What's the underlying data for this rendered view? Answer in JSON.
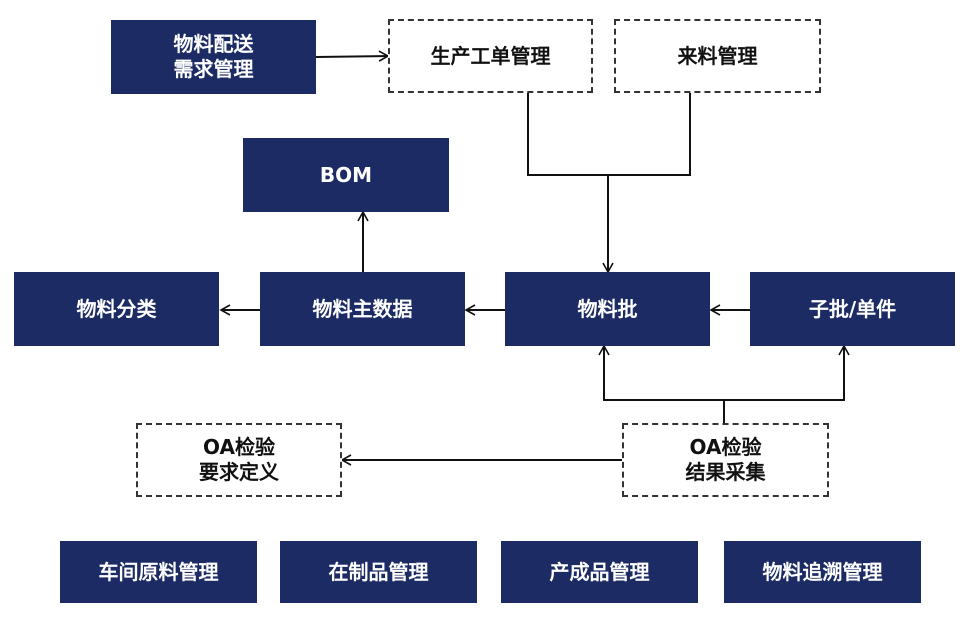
{
  "nodes": {
    "demand": "物料配送\n需求管理",
    "work_order": "生产工单管理",
    "incoming": "来料管理",
    "bom": "BOM",
    "category": "物料分类",
    "master_data": "物料主数据",
    "batch": "物料批",
    "sub_batch": "子批/单件",
    "oa_req": "OA检验\n要求定义",
    "oa_result": "OA检验\n结果采集",
    "workshop": "车间原料管理",
    "wip": "在制品管理",
    "finished": "产成品管理",
    "trace": "物料追溯管理"
  },
  "colors": {
    "node_fill": "#1c2b64",
    "node_text": "#ffffff",
    "line": "#111111",
    "dashed_border": "#333333"
  }
}
